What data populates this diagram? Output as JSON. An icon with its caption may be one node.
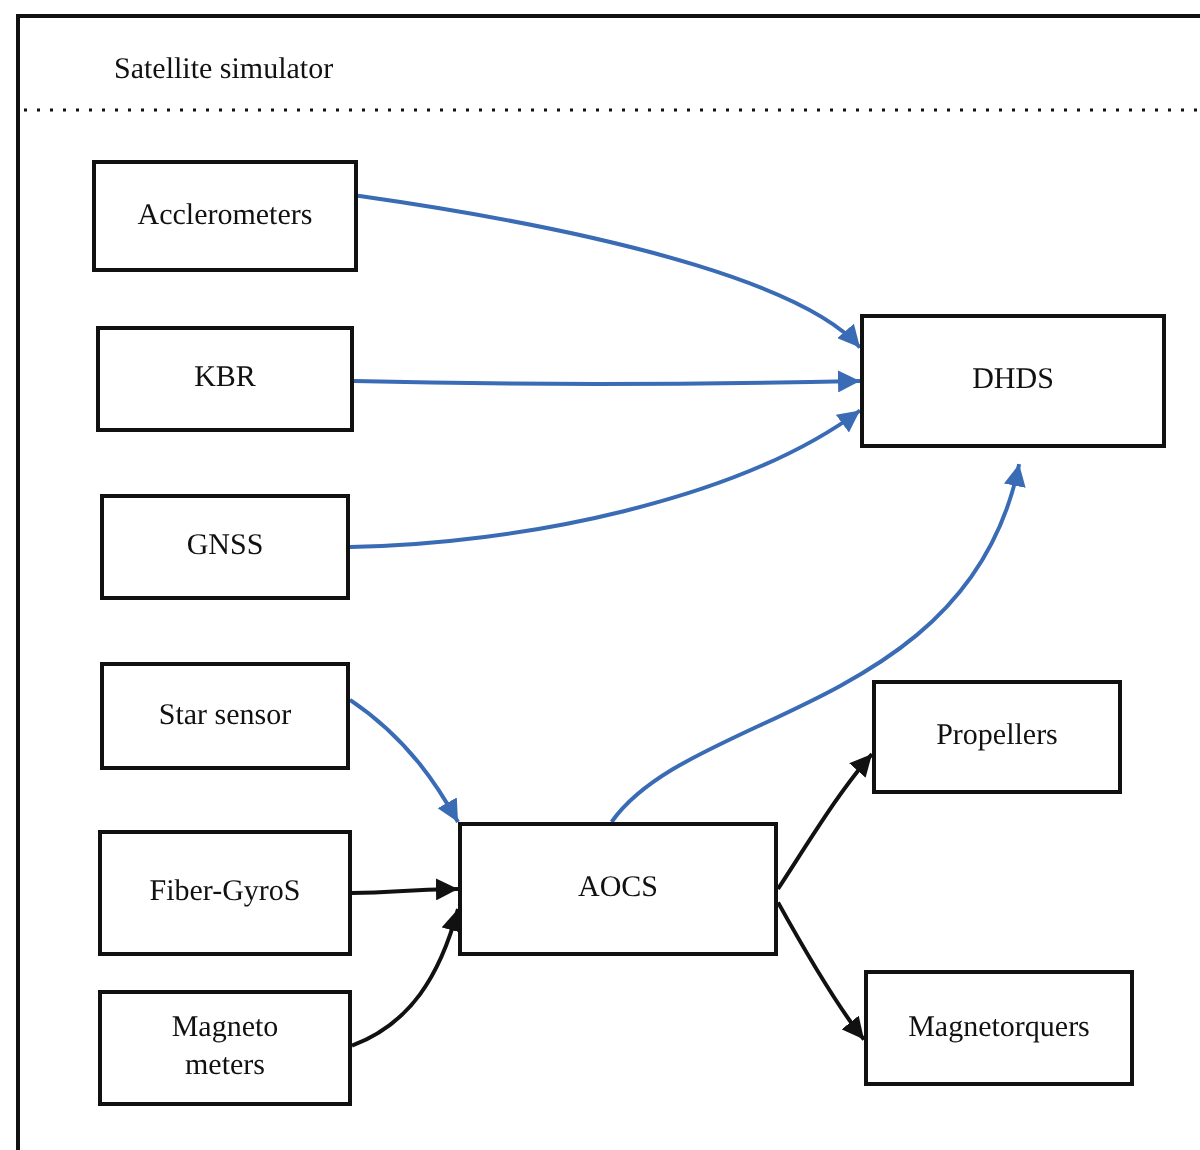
{
  "diagram": {
    "nodes": [
      {
        "text": [
          "Satellite simulator"
        ]
      },
      {
        "text": [
          "Acclerometers"
        ],
        "in": 0
      },
      {
        "text": [
          "KBR"
        ],
        "in": 0
      },
      {
        "text": [
          "GNSS"
        ],
        "in": 0
      },
      {
        "text": [
          "DHDS"
        ],
        "in": 0
      },
      {
        "text": [
          "Star sensor"
        ],
        "in": 0
      },
      {
        "text": [
          "Fiber-GyroS"
        ],
        "in": 0
      },
      {
        "text": [
          "Magneto meters"
        ],
        "in": 0
      },
      {
        "text": [
          "AOCS"
        ],
        "in": 0
      },
      {
        "text": [
          "Propellers"
        ],
        "in": 0
      },
      {
        "text": [
          "Magnetorquers"
        ],
        "in": 0
      }
    ],
    "edges": [
      {
        "from": 1,
        "to": 4,
        "arrow": "to"
      },
      {
        "from": 2,
        "to": 4,
        "arrow": "to"
      },
      {
        "from": 3,
        "to": 4,
        "arrow": "to"
      },
      {
        "from": 8,
        "to": 4,
        "arrow": "to"
      },
      {
        "from": 5,
        "to": 8,
        "arrow": "to"
      },
      {
        "from": 6,
        "to": 8,
        "arrow": "to",
        "color": "#111111"
      },
      {
        "from": 7,
        "to": 8,
        "arrow": "to",
        "color": "#111111"
      },
      {
        "from": 8,
        "to": 9,
        "arrow": "to",
        "color": "#111111"
      },
      {
        "from": 8,
        "to": 10,
        "arrow": "to",
        "color": "#111111"
      }
    ]
  }
}
